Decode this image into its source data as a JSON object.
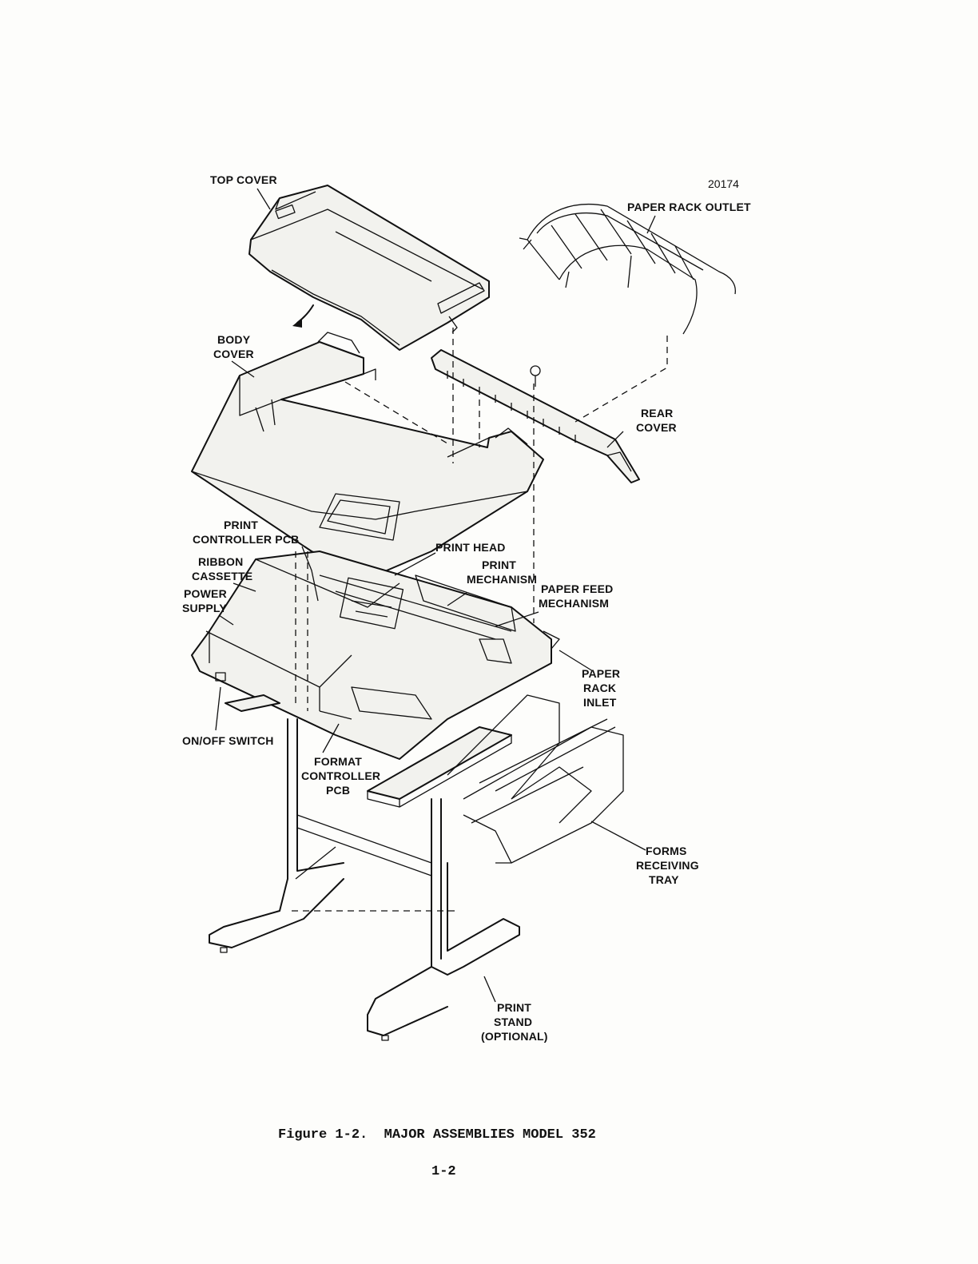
{
  "figure_id": "20174",
  "caption": "Figure 1-2.  MAJOR ASSEMBLIES MODEL 352",
  "page_number": "1-2",
  "labels": {
    "top_cover": [
      "TOP COVER"
    ],
    "paper_rack_outlet": [
      "PAPER RACK OUTLET"
    ],
    "body_cover": [
      "BODY",
      "COVER"
    ],
    "rear_cover": [
      "REAR",
      "COVER"
    ],
    "print_controller_pcb": [
      "PRINT",
      "CONTROLLER PCB"
    ],
    "print_head": [
      "PRINT HEAD"
    ],
    "ribbon_cassette": [
      "RIBBON",
      "CASSETTE"
    ],
    "print_mechanism": [
      "PRINT",
      "MECHANISM"
    ],
    "power_supply": [
      "POWER",
      "SUPPLY"
    ],
    "paper_feed_mechanism": [
      "PAPER FEED",
      "MECHANISM"
    ],
    "paper_rack_inlet": [
      "PAPER",
      "RACK",
      "INLET"
    ],
    "on_off_switch": [
      "ON/OFF SWITCH"
    ],
    "format_controller_pcb": [
      "FORMAT",
      "CONTROLLER",
      "PCB"
    ],
    "forms_receiving_tray": [
      "FORMS",
      "RECEIVING",
      "TRAY"
    ],
    "print_stand": [
      "PRINT",
      "STAND",
      "(OPTIONAL)"
    ]
  }
}
